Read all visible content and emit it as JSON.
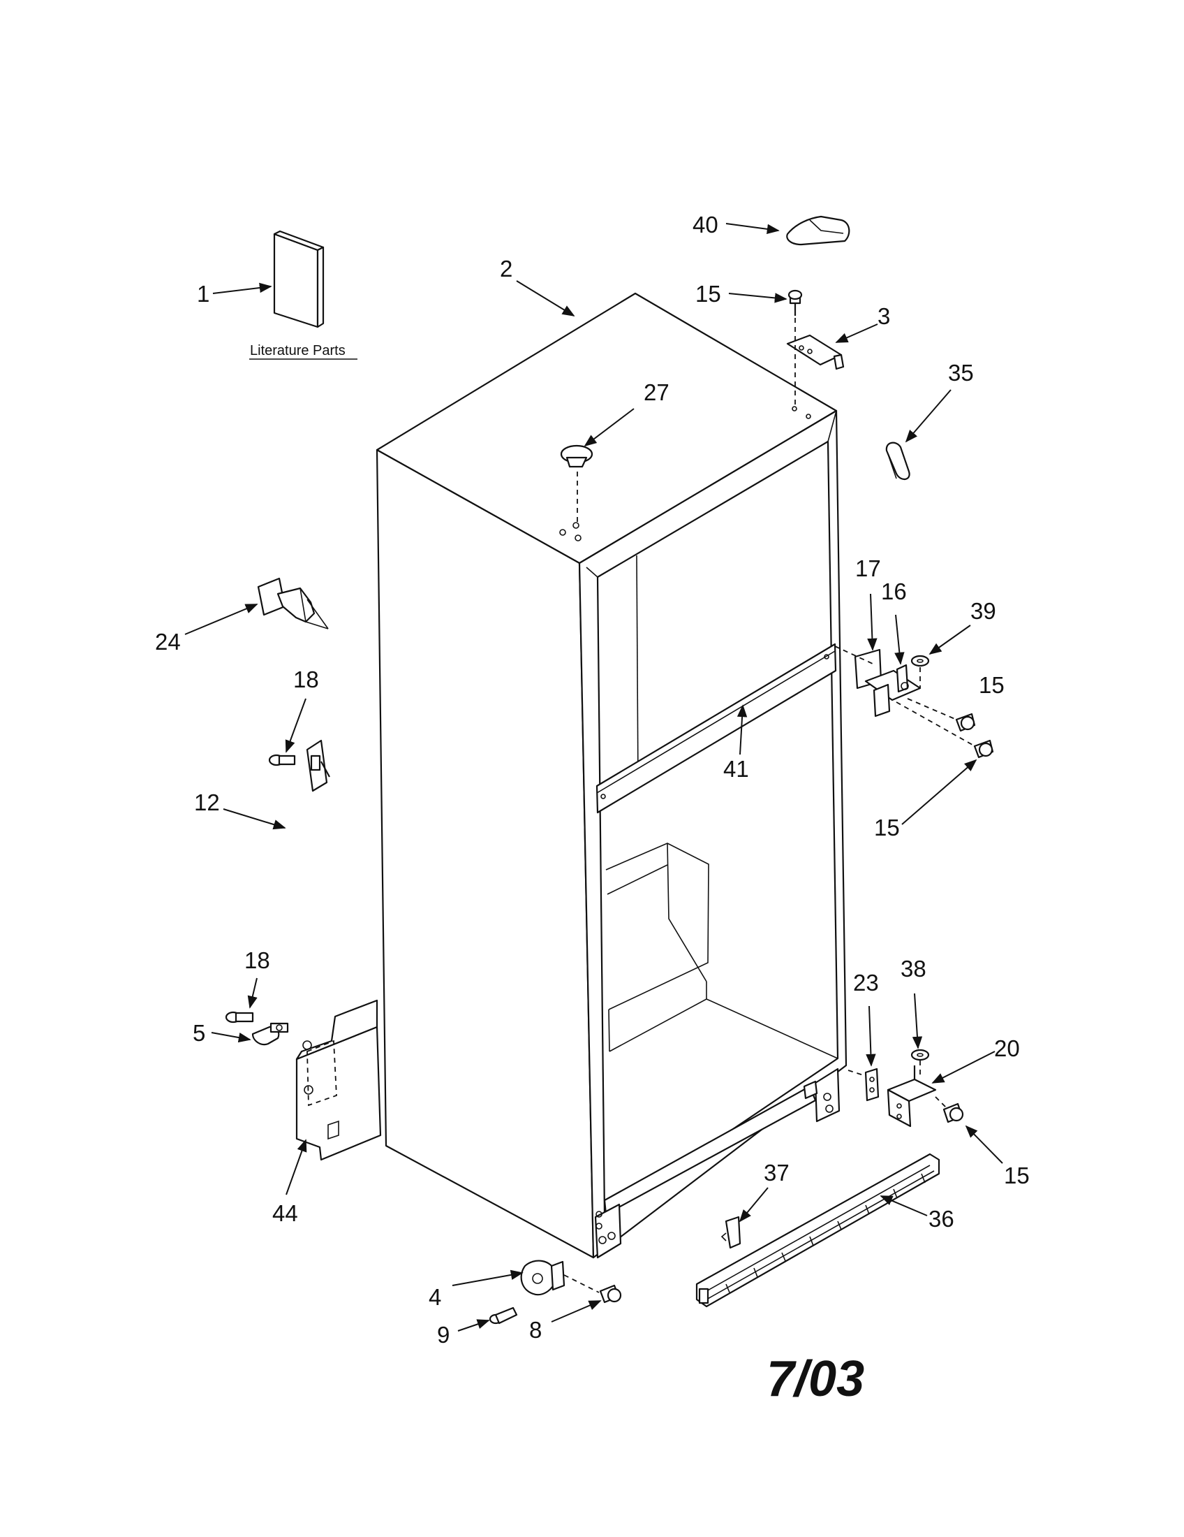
{
  "literature_label": "Literature Parts",
  "date_code": "7/03",
  "callouts": {
    "c1": "1",
    "c2": "2",
    "c40": "40",
    "c15a": "15",
    "c3": "3",
    "c27": "27",
    "c35": "35",
    "c24": "24",
    "c17": "17",
    "c16": "16",
    "c39": "39",
    "c15b": "15",
    "c18a": "18",
    "c12": "12",
    "c41": "41",
    "c15c": "15",
    "c18b": "18",
    "c5": "5",
    "c23": "23",
    "c38": "38",
    "c20": "20",
    "c15d": "15",
    "c37": "37",
    "c36": "36",
    "c44": "44",
    "c4": "4",
    "c9": "9",
    "c8": "8"
  }
}
